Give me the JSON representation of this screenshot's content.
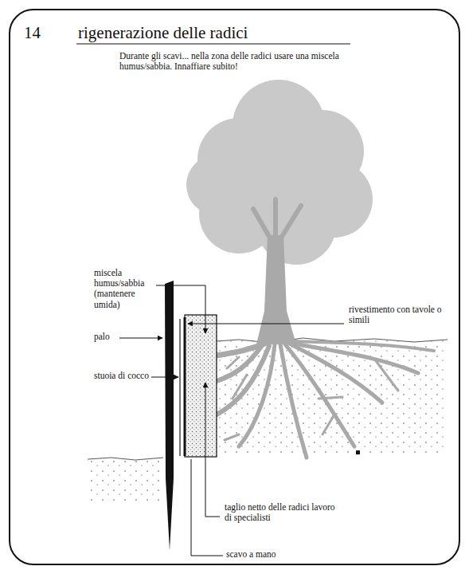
{
  "diagram": {
    "title": "rigenerazione delle radici",
    "labels": [
      "14",
      "Durante gli scavi... nella zona delle radici usare una miscela humus/sabbia. Innaffiare subito!",
      "miscela humus/sabbia (mantenere umida)",
      "rivestimento con tavole o simili",
      "palo",
      "stuoia di cocco",
      "taglio netto delle radici lavoro di specialisti",
      "scavo a mano"
    ]
  }
}
